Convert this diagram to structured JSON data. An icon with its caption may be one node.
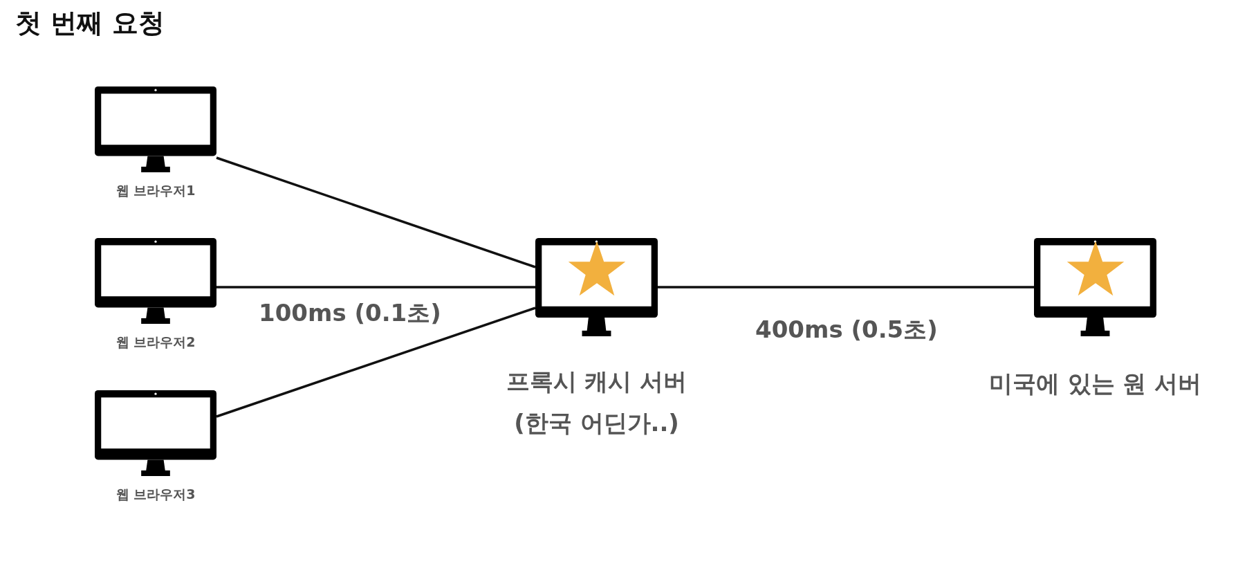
{
  "diagram": {
    "title": "첫 번째 요청",
    "nodes": [
      {
        "text": [
          "웹 브라우저1"
        ]
      },
      {
        "text": [
          "웹 브라우저2"
        ]
      },
      {
        "text": [
          "웹 브라우저3"
        ]
      },
      {
        "text": [
          "프록시 캐시 서버 (한국 어딘가..)"
        ]
      },
      {
        "text": [
          "미국에 있는 원 서버"
        ]
      }
    ],
    "edges": [
      {
        "from": 0,
        "to": 3,
        "arrow": "none"
      },
      {
        "from": 1,
        "to": 3,
        "arrow": "none",
        "label": "100ms (0.1초)"
      },
      {
        "from": 2,
        "to": 3,
        "arrow": "none"
      },
      {
        "from": 3,
        "to": 4,
        "arrow": "none",
        "label": "400ms (0.5초)"
      }
    ]
  }
}
